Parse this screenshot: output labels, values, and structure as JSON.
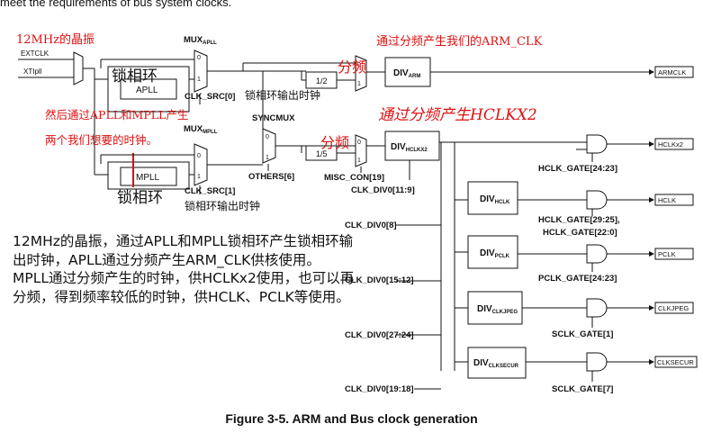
{
  "header_text": "meet the requirements of bus system clocks.",
  "caption": "Figure 3-5. ARM and Bus clock generation",
  "annotation_paragraph": "12MHz的晶振，通过APLL和MPLL锁相环产生锁相环输出时钟，APLL通过分频产生ARM_CLK供核使用。MPLL通过分频产生的时钟，供HCLKx2使用，也可以再分频，得到频率较低的时钟，供HCLK、PCLK等使用。",
  "red_notes": {
    "crystal": "12MHz的晶振",
    "arm_div": "通过分频产生我们的ARM_CLK",
    "pll_desc_1": "然后通过APLL和MPLL产生",
    "pll_desc_2": "两个我们想要的时钟。",
    "fen_pin_1": "分频",
    "fen_pin_2": "分频",
    "hclkx2_div": "通过分频产生HCLKX2"
  },
  "cn_labels": {
    "pll_a": "锁相环",
    "pll_m": "锁相环",
    "pll_out_1": "锁相环输出时钟",
    "pll_out_2": "锁相环输出时钟"
  },
  "inputs": {
    "extclk": "EXTCLK",
    "xti": "XTIpll"
  },
  "blocks": {
    "apll": "APLL",
    "mpll": "MPLL",
    "div_half": "1/2",
    "div_fifth": "1/5",
    "div_arm": "DIV",
    "div_arm_sub": "ARM",
    "div_hclkx2": "DIV",
    "div_hclkx2_sub": "HCLKX2",
    "div_hclk": "DIV",
    "div_hclk_sub": "HCLK",
    "div_pclk": "DIV",
    "div_pclk_sub": "PCLK",
    "div_clkjpeg": "DIV",
    "div_clkjpeg_sub": "CLKJPEG",
    "div_clksecur": "DIV",
    "div_clksecur_sub": "CLKSECUR"
  },
  "mux_labels": {
    "mux_apll": "MUX",
    "mux_apll_sub": "APLL",
    "mux_mpll": "MUX",
    "mux_mpll_sub": "MPLL",
    "syncmux": "SYNCMUX",
    "clk_src0": "CLK_SRC[0]",
    "clk_src1": "CLK_SRC[1]",
    "others6": "OTHERS[6]",
    "misc_con19": "MISC_CON[19]"
  },
  "control_labels": {
    "clk_div0_11_9": "CLK_DIV0[11:9]",
    "clk_div0_8": "CLK_DIV0[8]",
    "clk_div0_15_12": "CLK_DIV0[15:12]",
    "clk_div0_27_24": "CLK_DIV0[27:24]",
    "clk_div0_19_18": "CLK_DIV0[19:18]",
    "hclk_gate_24_23": "HCLK_GATE[24:23]",
    "hclk_gate_29_25": "HCLK_GATE[29:25],",
    "hclk_gate_22_0": "HCLK_GATE[22:0]",
    "pclk_gate_24_23": "PCLK_GATE[24:23]",
    "sclk_gate_1": "SCLK_GATE[1]",
    "sclk_gate_7": "SCLK_GATE[7]"
  },
  "outputs": {
    "armclk": "ARMCLK",
    "hclkx2": "HCLKx2",
    "hclk": "HCLK",
    "pclk": "PCLK",
    "clkjpeg": "CLKJPEG",
    "clksecur": "CLKSECUR"
  },
  "mux_pins": {
    "zero": "0",
    "one": "1"
  }
}
